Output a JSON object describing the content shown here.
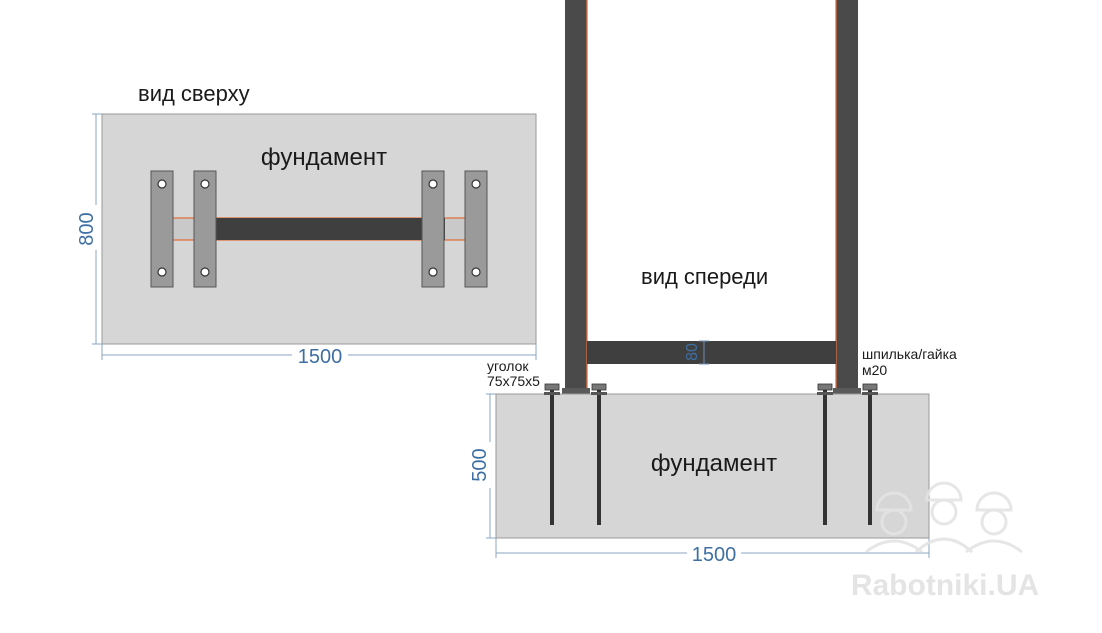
{
  "top_view": {
    "title": "вид сверху",
    "foundation_label": "фундамент",
    "width_dim": "1500",
    "height_dim": "800"
  },
  "front_view": {
    "title": "вид спереди",
    "foundation_label": "фундамент",
    "width_dim": "1500",
    "height_dim": "500",
    "beam_dim": "80",
    "angle_label_line1": "уголок",
    "angle_label_line2": "75х75х5",
    "stud_label_line1": "шпилька/гайка",
    "stud_label_line2": "м20"
  },
  "watermark": {
    "text": "Rabotniki.UA",
    "icon": "three-workers-helmet-icon"
  },
  "colors": {
    "concrete": "#d6d6d6",
    "steel_dark": "#4a4a4a",
    "plate_gray": "#9a9a9a",
    "accent_orange": "#e0703a",
    "dimension_blue": "#3e6fa3"
  }
}
